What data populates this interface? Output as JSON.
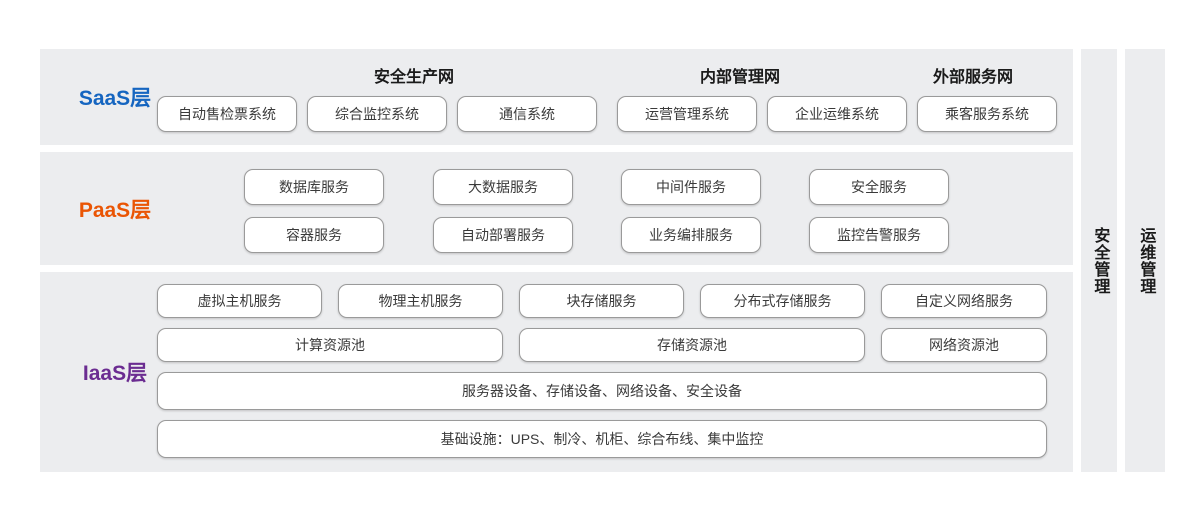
{
  "diagram": {
    "title_text_colors": {
      "saas": "#1565C0",
      "paas": "#EA5504",
      "iaas": "#6B2C91",
      "band_bg": "#ECEDEF",
      "card_bg": "#FFFFFF",
      "card_border": "#9A9A9A"
    }
  },
  "saas": {
    "label": "SaaS层",
    "networks": [
      {
        "name": "安全生产网"
      },
      {
        "name": "内部管理网"
      },
      {
        "name": "外部服务网"
      }
    ],
    "systems": [
      {
        "name": "自动售检票系统"
      },
      {
        "name": "综合监控系统"
      },
      {
        "name": "通信系统"
      },
      {
        "name": "运营管理系统"
      },
      {
        "name": "企业运维系统"
      },
      {
        "name": "乘客服务系统"
      }
    ]
  },
  "paas": {
    "label": "PaaS层",
    "row1": [
      {
        "name": "数据库服务"
      },
      {
        "name": "大数据服务"
      },
      {
        "name": "中间件服务"
      },
      {
        "name": "安全服务"
      }
    ],
    "row2": [
      {
        "name": "容器服务"
      },
      {
        "name": "自动部署服务"
      },
      {
        "name": "业务编排服务"
      },
      {
        "name": "监控告警服务"
      }
    ]
  },
  "iaas": {
    "label": "IaaS层",
    "row1": [
      {
        "name": "虚拟主机服务"
      },
      {
        "name": "物理主机服务"
      },
      {
        "name": "块存储服务"
      },
      {
        "name": "分布式存储服务"
      },
      {
        "name": "自定义网络服务"
      }
    ],
    "row2": [
      {
        "name": "计算资源池"
      },
      {
        "name": "存储资源池"
      },
      {
        "name": "网络资源池"
      }
    ],
    "row3": {
      "name": "服务器设备、存储设备、网络设备、安全设备"
    },
    "row4": {
      "name": "基础设施：UPS、制冷、机柜、综合布线、集中监控"
    }
  },
  "side_panels": [
    {
      "name": "安全管理"
    },
    {
      "name": "运维管理"
    }
  ]
}
